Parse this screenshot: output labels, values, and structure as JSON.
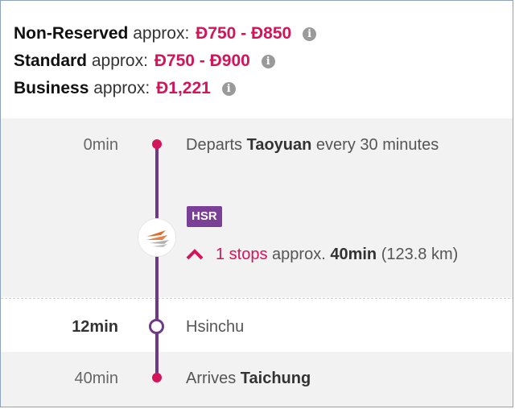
{
  "prices": [
    {
      "class": "Non-Reserved",
      "label": "approx:",
      "amount": "Ð750 - Ð850"
    },
    {
      "class": "Standard",
      "label": "approx:",
      "amount": "Ð750 - Ð900"
    },
    {
      "class": "Business",
      "label": "approx:",
      "amount": "Ð1,221"
    }
  ],
  "info_icon_glyph": "i",
  "timeline": {
    "depart": {
      "time": "0min",
      "prefix": "Departs",
      "station": "Taoyuan",
      "suffix": "every 30 minutes"
    },
    "segment": {
      "operator_badge": "HSR",
      "stops_link": "1 stops",
      "approx_label": "approx.",
      "duration": "40min",
      "distance": "(123.8 km)"
    },
    "intermediate": {
      "time": "12min",
      "station": "Hsinchu"
    },
    "arrive": {
      "time": "40min",
      "prefix": "Arrives",
      "station": "Taichung"
    }
  },
  "colors": {
    "accent": "#d4145a",
    "line": "#6e3a86",
    "badge": "#7a3f96"
  },
  "icons": {
    "operator_logo": "hsr-logo-icon",
    "expand": "chevron-up-icon",
    "info": "info-icon"
  }
}
